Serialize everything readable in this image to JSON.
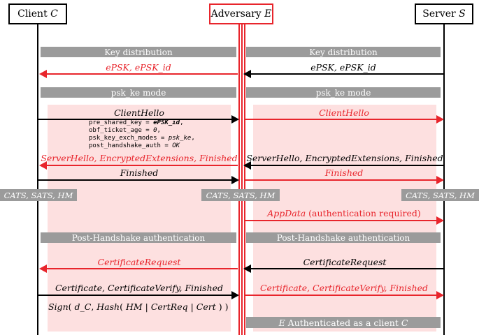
{
  "participants": {
    "client": {
      "name": "Client ",
      "var": "C"
    },
    "adversary": {
      "name": "Adversary ",
      "var": "E"
    },
    "server": {
      "name": "Server ",
      "var": "S"
    }
  },
  "phases": {
    "key_distribution": "Key distribution",
    "psk_ke_mode": "psk_ke mode",
    "post_handshake": "Post-Handshake authentication"
  },
  "traffic_secrets": "CATS, SATS, HM",
  "messages": {
    "epsk_left": "ePSK, ePSK_id",
    "epsk_right": "ePSK, ePSK_id",
    "client_hello_left": "ClientHello",
    "client_hello_right": "ClientHello",
    "ch_params": {
      "psk_key": "pre_shared_key = ",
      "psk_val": "ePSK_id",
      "ticket_key": "obf_ticket_age = ",
      "ticket_val": "0",
      "modes_key": "psk_key_exch_modes = ",
      "modes_val": "psk_ke",
      "auth_key": "post_handshake_auth = ",
      "auth_val": "OK"
    },
    "server_hello_left": "ServerHello, EncryptedExtensions, Finished",
    "server_hello_right": "ServerHello, EncryptedExtensions, Finished",
    "finished_left": "Finished",
    "finished_right": "Finished",
    "appdata": "AppData",
    "appdata_note": " (authentication  required)",
    "cert_request_left": "CertificateRequest",
    "cert_request_right": "CertificateRequest",
    "certificate_left": "Certificate, CertificateVerify, Finished",
    "certificate_right": "Certificate, CertificateVerify, Finished",
    "sign": {
      "f_sign": "Sign",
      "p1": "( ",
      "dc": "d_C",
      "comma": ", ",
      "f_hash": "Hash",
      "p2": "( ",
      "hm": "HM",
      "bar1": " | ",
      "certreq": "CertReq",
      "bar2": " | ",
      "cert": "Cert",
      "close": " ) )"
    },
    "final_var": "E",
    "final_text": " Authenticated as a client ",
    "final_client": "C"
  },
  "colors": {
    "attack": "#e8252c",
    "normal": "#000000",
    "highlight": "#fde0e0",
    "bar": "#9b9b9b"
  }
}
